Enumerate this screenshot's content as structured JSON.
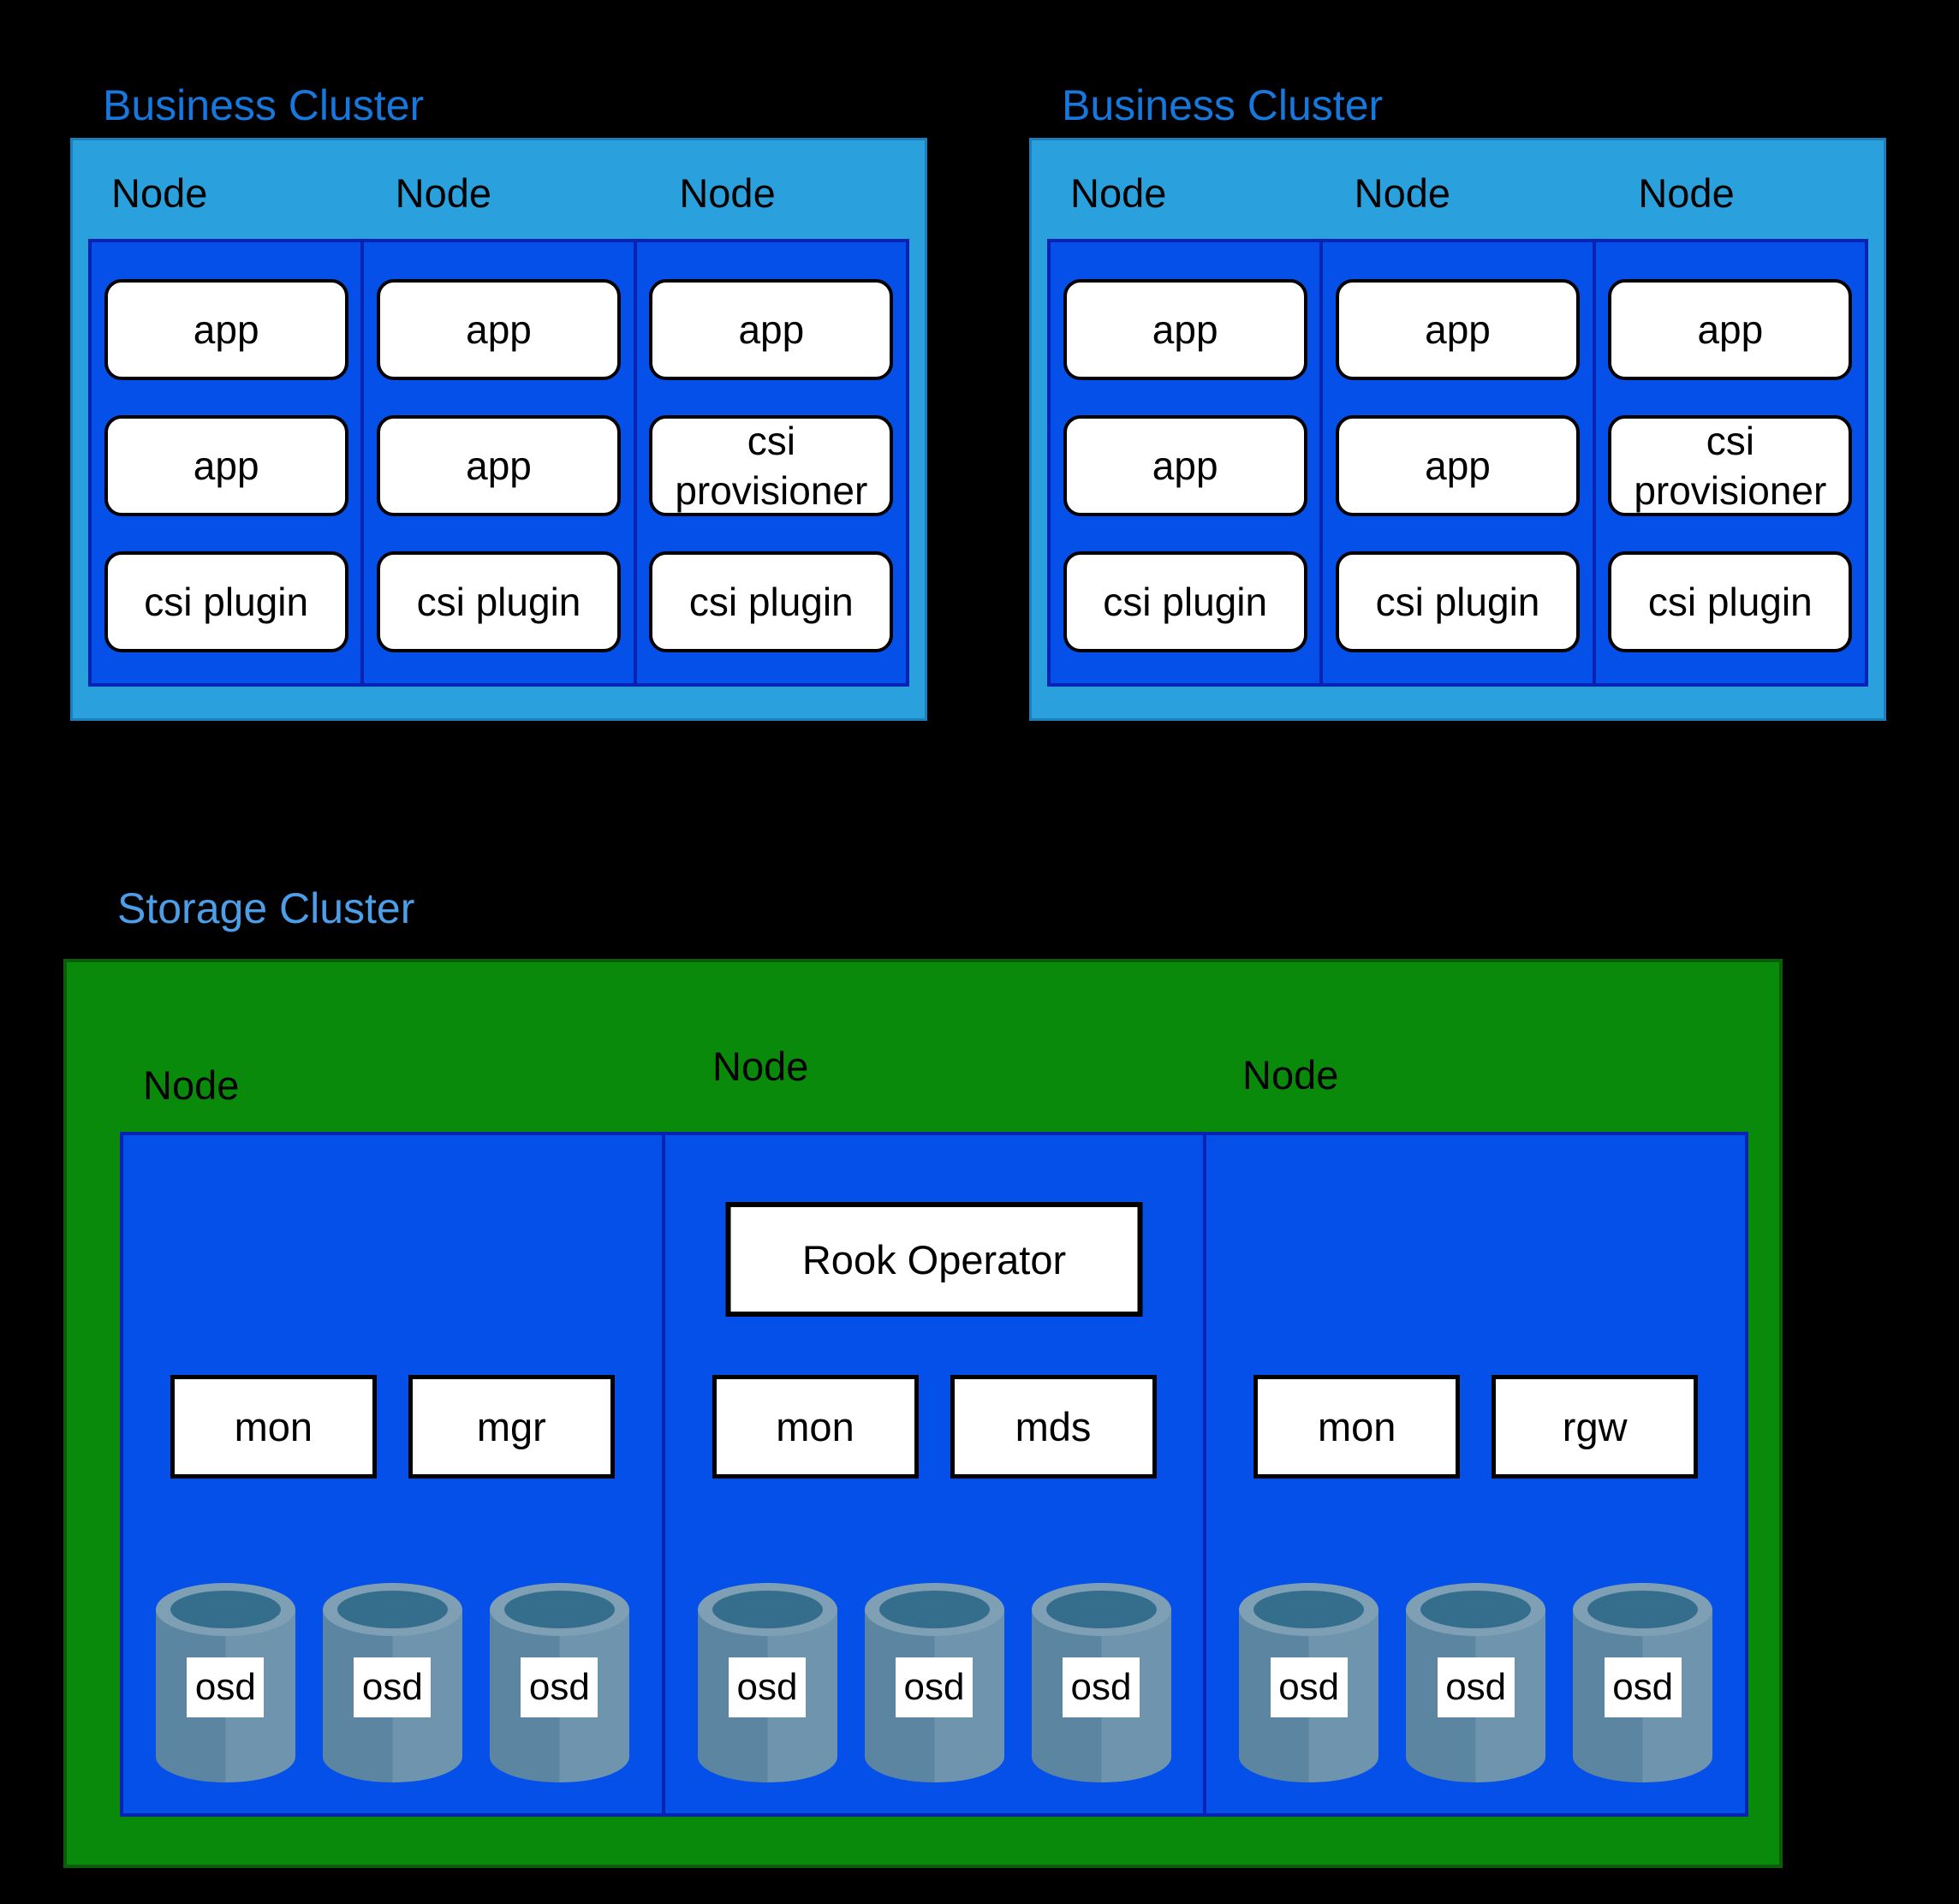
{
  "business_clusters": [
    {
      "title": "Business Cluster",
      "nodes": [
        {
          "label": "Node",
          "pods": [
            "app",
            "app",
            "csi plugin"
          ]
        },
        {
          "label": "Node",
          "pods": [
            "app",
            "app",
            "csi plugin"
          ]
        },
        {
          "label": "Node",
          "pods": [
            "app",
            "csi provisioner",
            "csi plugin"
          ]
        }
      ]
    },
    {
      "title": "Business Cluster",
      "nodes": [
        {
          "label": "Node",
          "pods": [
            "app",
            "app",
            "csi plugin"
          ]
        },
        {
          "label": "Node",
          "pods": [
            "app",
            "app",
            "csi plugin"
          ]
        },
        {
          "label": "Node",
          "pods": [
            "app",
            "csi provisioner",
            "csi plugin"
          ]
        }
      ]
    }
  ],
  "storage_cluster": {
    "title": "Storage Cluster",
    "nodes": [
      {
        "label": "Node",
        "services": [
          "mon",
          "mgr"
        ],
        "osds": [
          "osd",
          "osd",
          "osd"
        ]
      },
      {
        "label": "Node",
        "operator": "Rook Operator",
        "services": [
          "mon",
          "mds"
        ],
        "osds": [
          "osd",
          "osd",
          "osd"
        ]
      },
      {
        "label": "Node",
        "services": [
          "mon",
          "rgw"
        ],
        "osds": [
          "osd",
          "osd",
          "osd"
        ]
      }
    ]
  },
  "colors": {
    "background": "#000000",
    "business_title": "#1677DC",
    "storage_title": "#4C9EE8",
    "business_shell": "#2AA1DC",
    "business_shell_border": "#1B7FBE",
    "node_area_blue": "#0450E8",
    "node_area_border": "#0823B4",
    "storage_green": "#0A8A0A",
    "storage_green_border": "#0B5C0B",
    "pod_fill": "#FFFFFF",
    "pod_border": "#000000",
    "cylinder_rim": "#7FA0B4",
    "cylinder_opening": "#356E8C",
    "cylinder_body_left": "#5B85A0",
    "cylinder_body_right": "#6F95AE"
  }
}
